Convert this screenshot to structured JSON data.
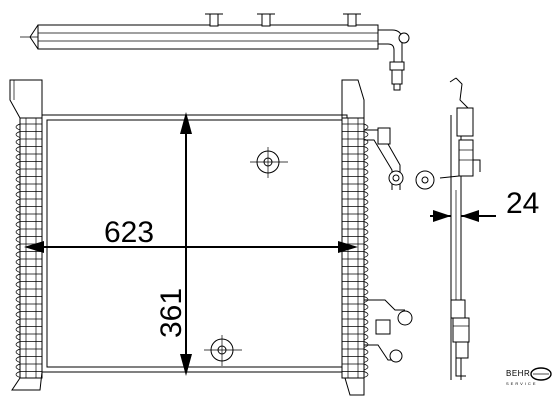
{
  "dimensions": {
    "width_label": "623",
    "height_label": "361",
    "depth_label": "24"
  },
  "logo": {
    "brand": "BEHR",
    "sub": "SERVICE"
  }
}
